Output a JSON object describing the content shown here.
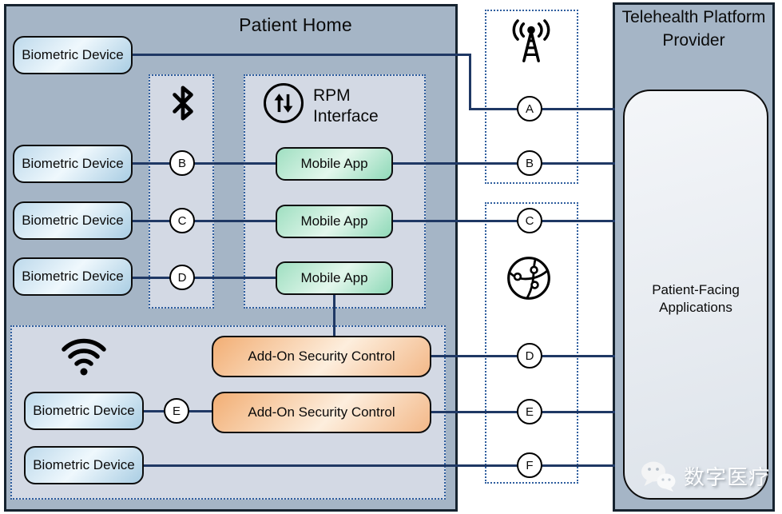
{
  "patient_home": {
    "title": "Patient Home",
    "devices": [
      {
        "label": "Biometric Device"
      },
      {
        "label": "Biometric Device"
      },
      {
        "label": "Biometric Device"
      },
      {
        "label": "Biometric Device"
      },
      {
        "label": "Biometric Device"
      },
      {
        "label": "Biometric Device"
      }
    ],
    "rpm_zone_label": "RPM Interface",
    "mobile_apps": [
      {
        "label": "Mobile App"
      },
      {
        "label": "Mobile App"
      },
      {
        "label": "Mobile App"
      }
    ],
    "security_controls": [
      {
        "label": "Add-On Security Control"
      },
      {
        "label": "Add-On Security Control"
      }
    ]
  },
  "connectors": {
    "left": [
      "B",
      "C",
      "D",
      "E"
    ],
    "middle": [
      "A",
      "B",
      "C",
      "D",
      "E",
      "F"
    ]
  },
  "icons": {
    "bluetooth": "bluetooth-icon",
    "wifi": "wifi-icon",
    "rpm": "data-sync-arrows-icon",
    "cellular": "cell-tower-icon",
    "internet": "globe-network-icon",
    "watermark": "wechat-icon"
  },
  "provider": {
    "title": "Telehealth Platform Provider",
    "application_label": "Patient-Facing Applications"
  },
  "watermark": {
    "text": "数字医疗"
  },
  "colors": {
    "panel_fill": "#a5b5c6",
    "zone_fill": "#d3d9e4",
    "line": "#1f3864",
    "dotted_border": "#2f5e9e",
    "device_fill": "#bdd9eb",
    "mobile_app_fill": "#9fdfc1",
    "security_fill": "#f2ae74",
    "provider_app_fill": "#e9edf2"
  }
}
